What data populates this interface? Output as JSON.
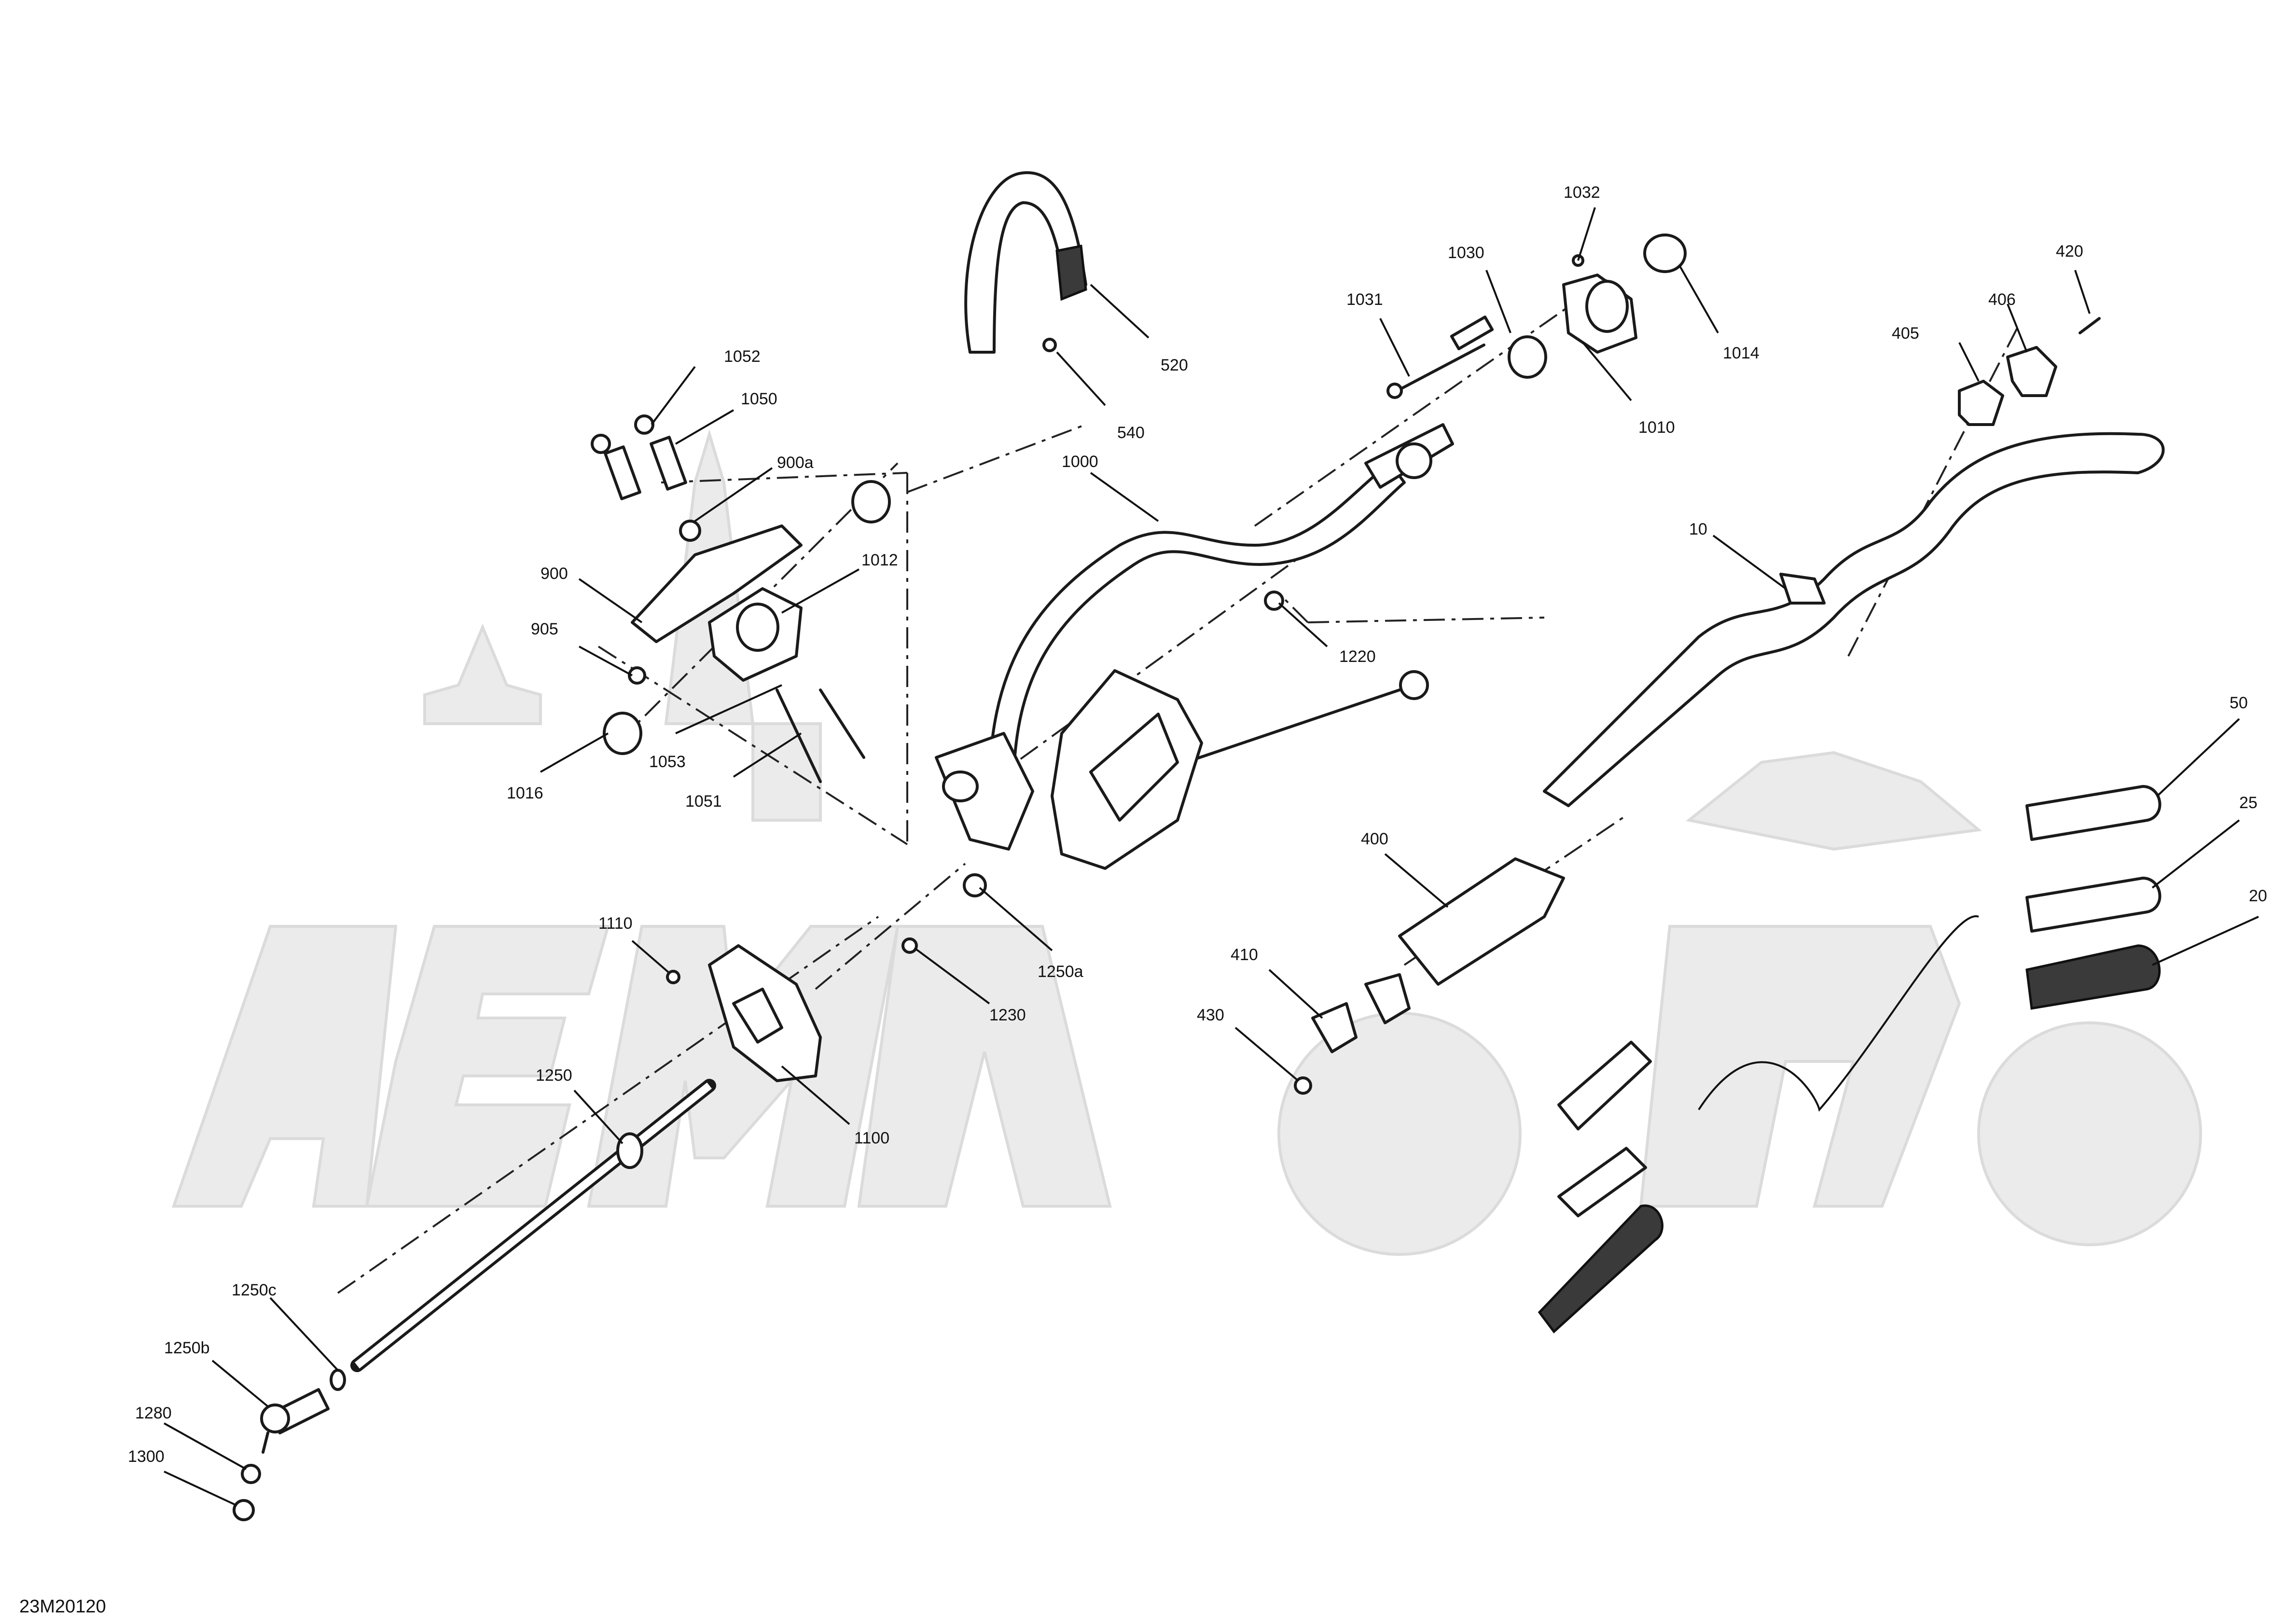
{
  "diagram": {
    "reference_code": "23M20120",
    "callouts": {
      "c520": "520",
      "c540": "540",
      "c1032": "1032",
      "c1030": "1030",
      "c1031": "1031",
      "c1014": "1014",
      "c1010": "1010",
      "c420": "420",
      "c406": "406",
      "c405": "405",
      "c1052": "1052",
      "c1050": "1050",
      "c900a": "900a",
      "c1012": "1012",
      "c900": "900",
      "c905": "905",
      "c1000": "1000",
      "c10": "10",
      "c1220": "1220",
      "c1016": "1016",
      "c1053": "1053",
      "c1051": "1051",
      "c50": "50",
      "c25": "25",
      "c20": "20",
      "c400": "400",
      "c1110": "1110",
      "c1250a": "1250a",
      "c1230": "1230",
      "c410": "410",
      "c430": "430",
      "c1250": "1250",
      "c1100": "1100",
      "c1250c": "1250c",
      "c1250b": "1250b",
      "c1280": "1280",
      "c1300": "1300"
    }
  }
}
